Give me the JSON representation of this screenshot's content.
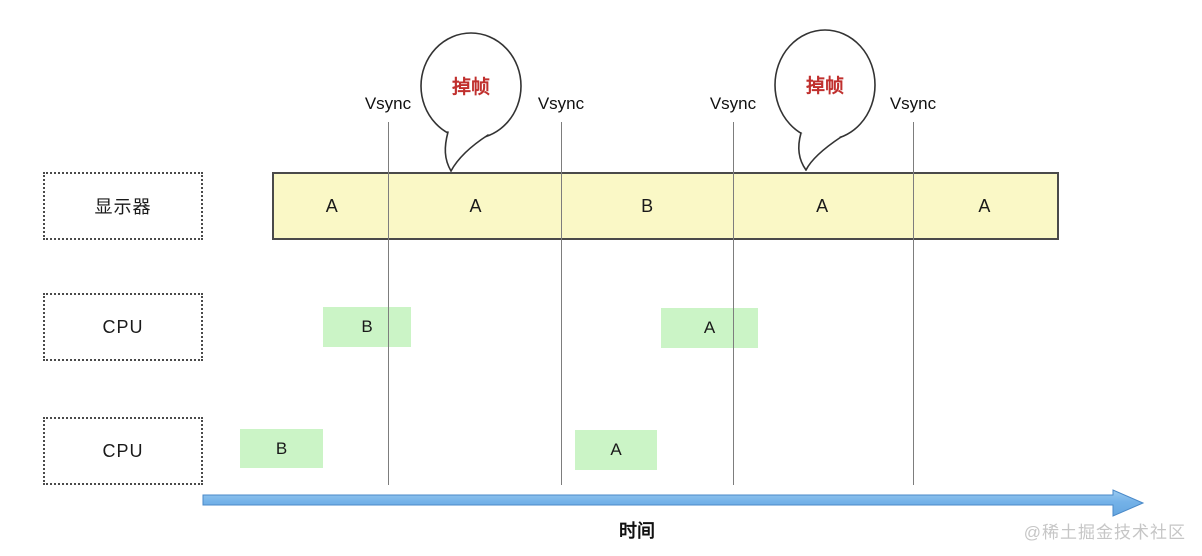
{
  "labels": {
    "display_row": "显示器",
    "cpu_row_top": "CPU",
    "cpu_row_bottom": "CPU",
    "time_axis": "时间",
    "watermark": "@稀土掘金技术社区"
  },
  "vsync": {
    "labels": [
      "Vsync",
      "Vsync",
      "Vsync",
      "Vsync"
    ]
  },
  "display_bar": {
    "segments": [
      "A",
      "A",
      "B",
      "A",
      "A"
    ]
  },
  "cpu_top": {
    "blocks": [
      "B",
      "A"
    ]
  },
  "cpu_bottom": {
    "blocks": [
      "B",
      "A"
    ]
  },
  "bubbles": [
    {
      "text": "掉帧"
    },
    {
      "text": "掉帧"
    }
  ],
  "colors": {
    "display_bar_fill": "#FAF8C6",
    "cpu_block_fill": "#CBF4C6",
    "timeline_arrow_fill": "#74B2E8",
    "drop_frame_text": "#C0302E",
    "vsync_line": "#7D7D7D"
  }
}
